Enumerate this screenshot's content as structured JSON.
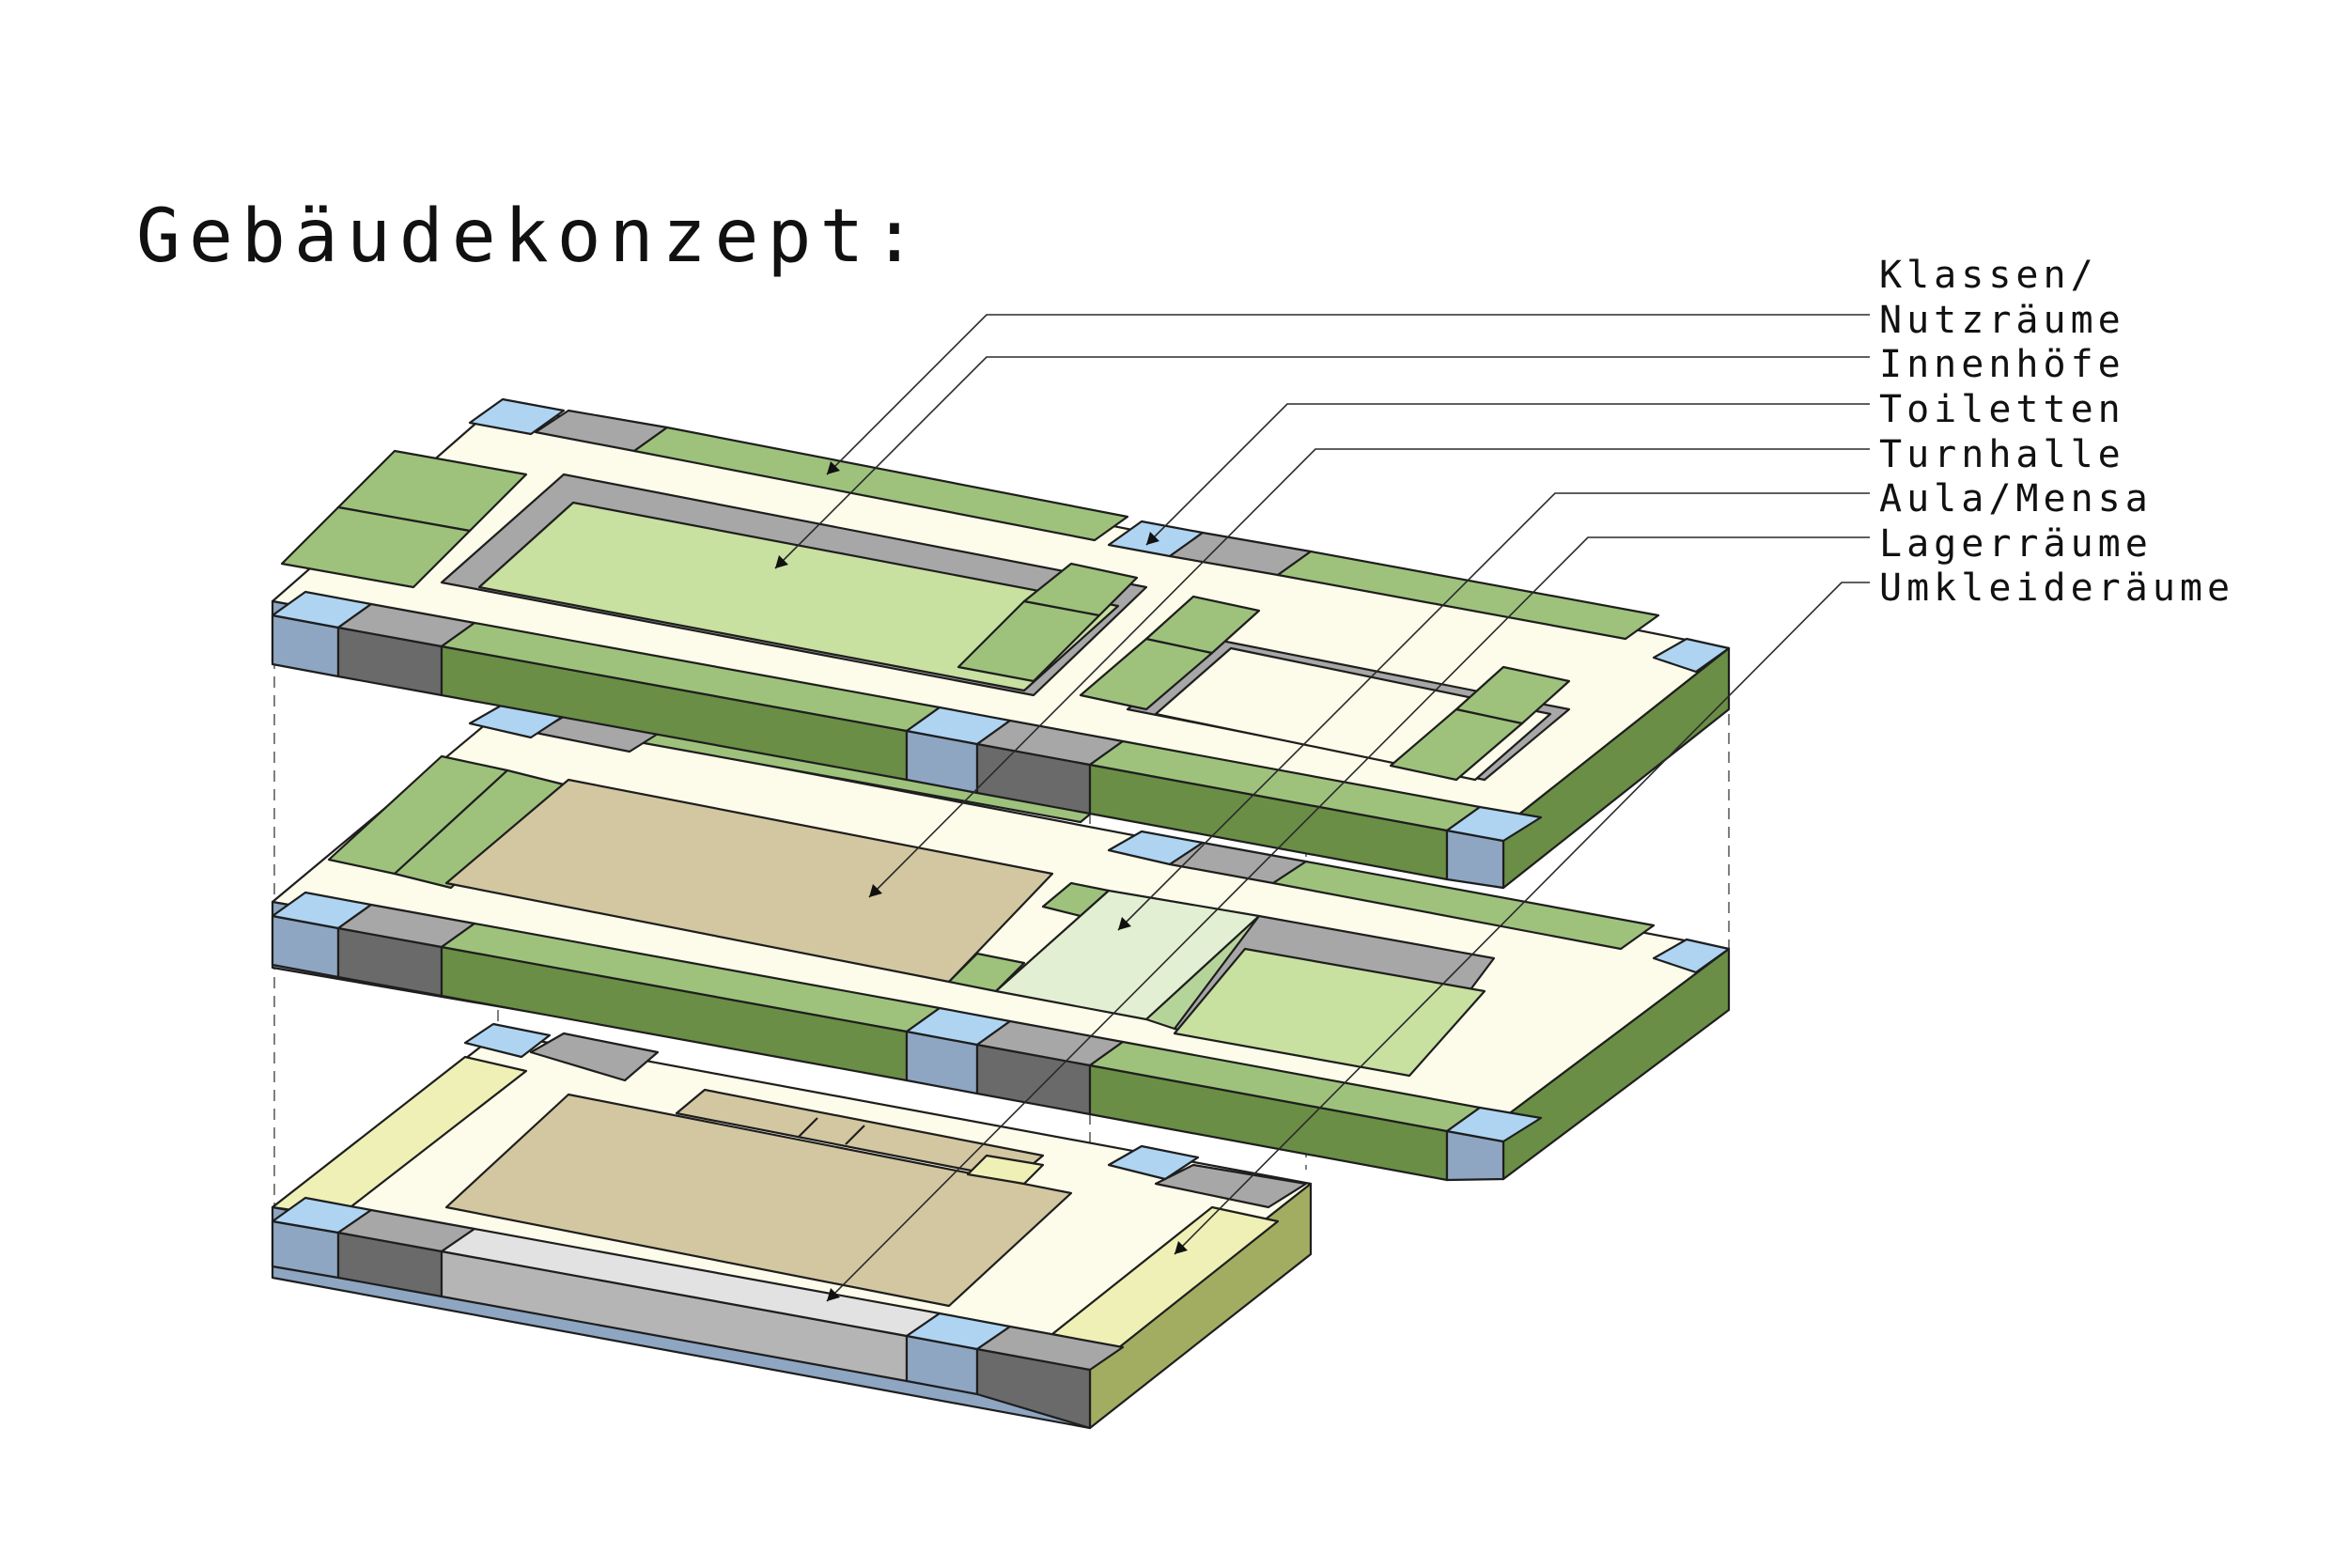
{
  "title": "Gebäudekonzept:",
  "legend": [
    {
      "id": "klassen",
      "lines": [
        "Klassen/",
        "Nutzräume"
      ],
      "color": "#9ec27c"
    },
    {
      "id": "innenhoefe",
      "lines": [
        "Innenhöfe"
      ],
      "color": "#c8e0a0"
    },
    {
      "id": "toiletten",
      "lines": [
        "Toiletten"
      ],
      "color": "#aed4f2"
    },
    {
      "id": "turnhalle",
      "lines": [
        "Turnhalle"
      ],
      "color": "#d3c7a1"
    },
    {
      "id": "aula",
      "lines": [
        "Aula/Mensa"
      ],
      "color": "#e3efd2"
    },
    {
      "id": "lager",
      "lines": [
        "Lagerräume"
      ],
      "color": "#a7a7a7"
    },
    {
      "id": "umkleide",
      "lines": [
        "Umkleideräume"
      ],
      "color": "#eef0b6"
    }
  ],
  "colors": {
    "corridor": "#fdfcea",
    "classroom": "#9ec27c",
    "classroom_side": "#6a8e45",
    "courtyard": "#c8e0a0",
    "toilet": "#aed4f2",
    "toilet_side": "#8ea6c2",
    "storage": "#a7a7a7",
    "storage_side": "#6a6a6a",
    "gym": "#d3c7a1",
    "aula": "#e3efd2",
    "changing": "#eef0b6",
    "changing_side": "#a3ad62",
    "entrance": "#e2e2e2",
    "entrance_side": "#b5b5b5"
  }
}
